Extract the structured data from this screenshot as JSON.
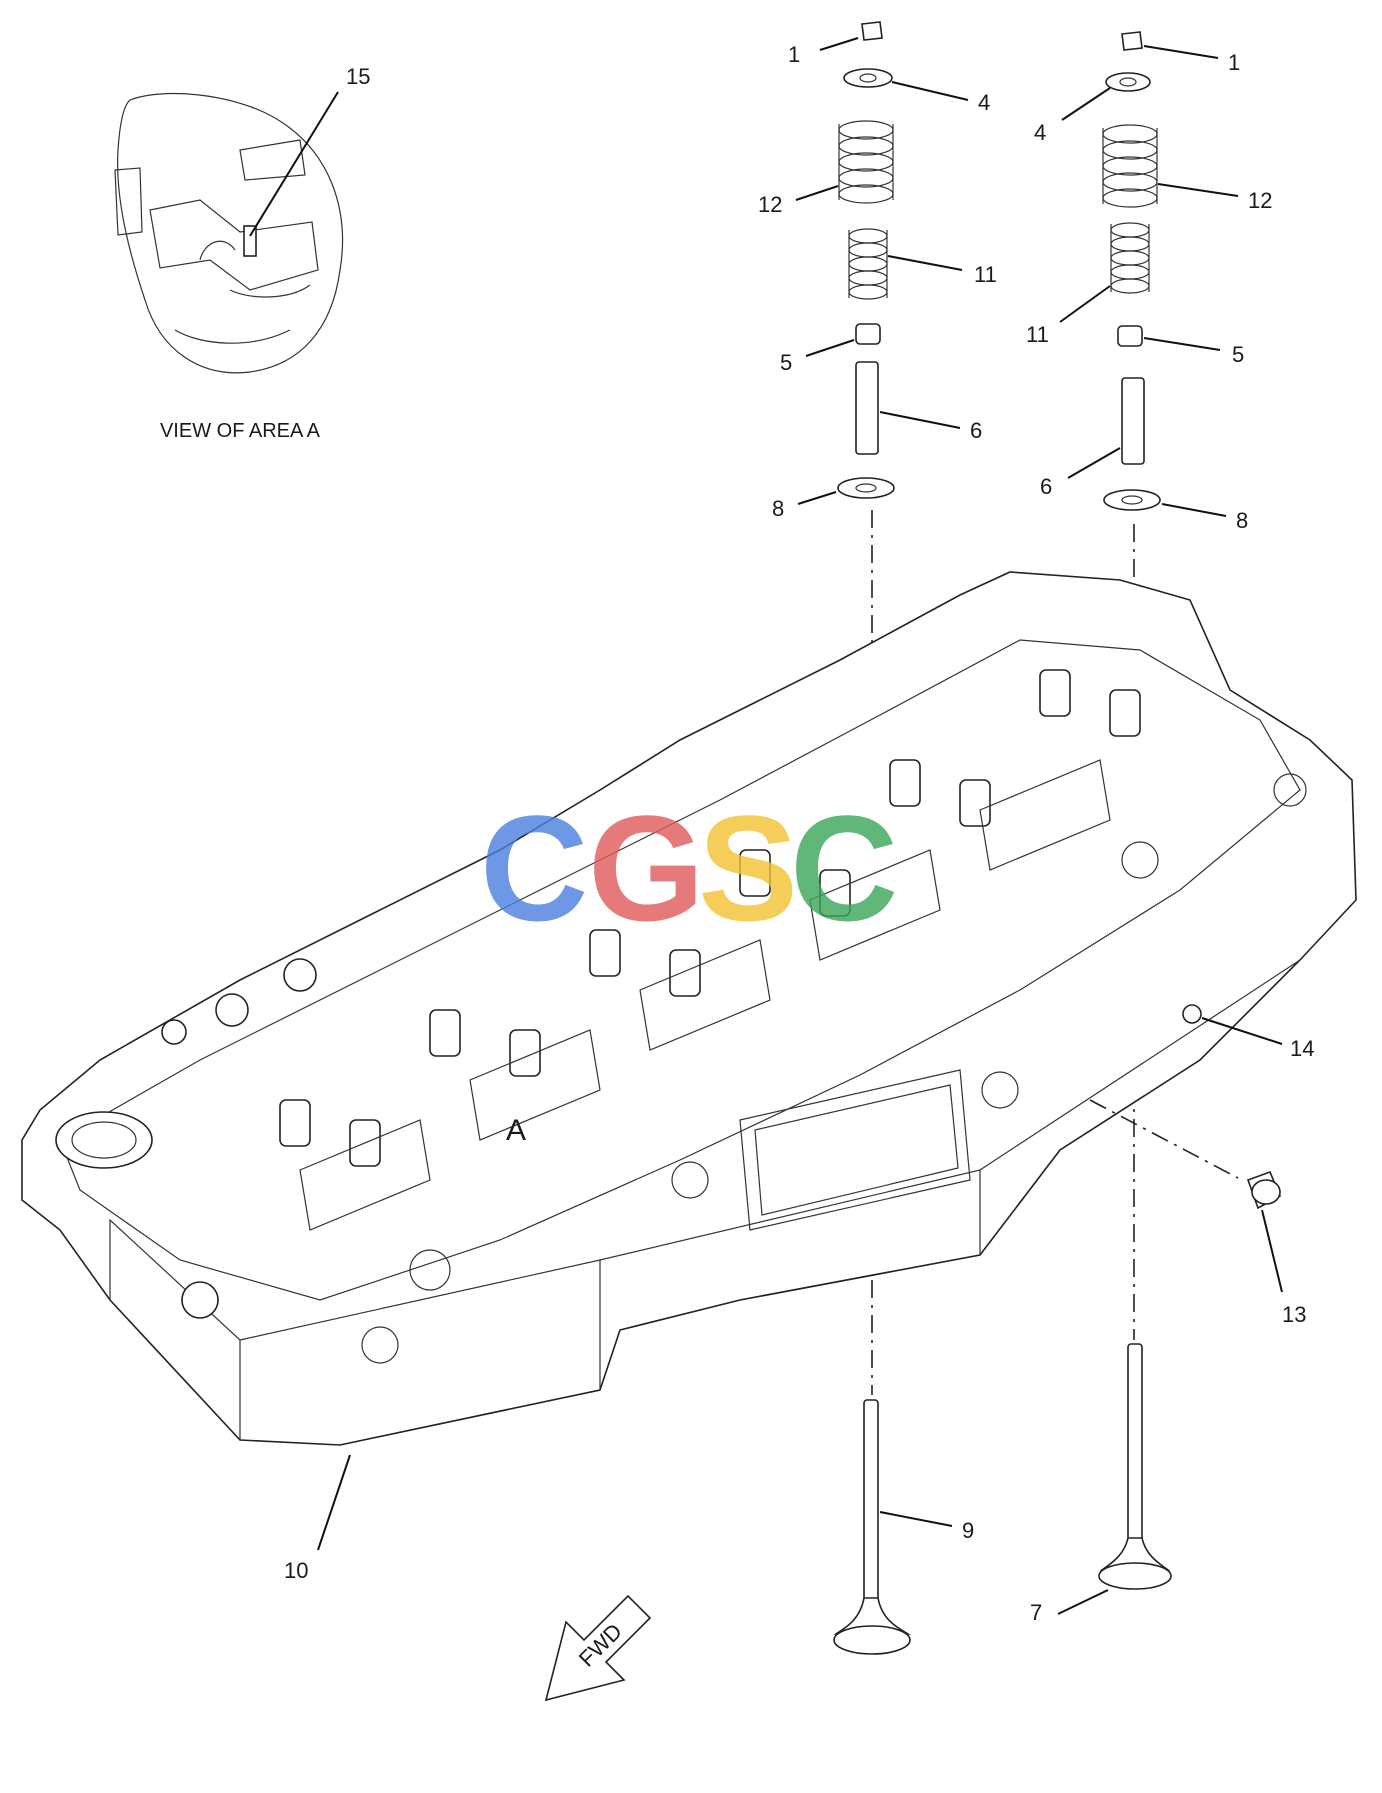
{
  "view_caption": "VIEW OF AREA  A",
  "area_marker": "A",
  "fwd_label": "FWD",
  "watermark": {
    "text": "CGSC",
    "colors": [
      "#4a7fe0",
      "#e05a5a",
      "#f2c230",
      "#3aa65a"
    ]
  },
  "callouts": {
    "view_15": "15",
    "left_1": "1",
    "left_4": "4",
    "left_12": "12",
    "left_11": "11",
    "left_5": "5",
    "left_6": "6",
    "left_8": "8",
    "right_1": "1",
    "right_4": "4",
    "right_12": "12",
    "right_11": "11",
    "right_5": "5",
    "right_6": "6",
    "right_8": "8",
    "head_10": "10",
    "plug_14": "14",
    "plug_13": "13",
    "valve_9": "9",
    "valve_7": "7"
  }
}
